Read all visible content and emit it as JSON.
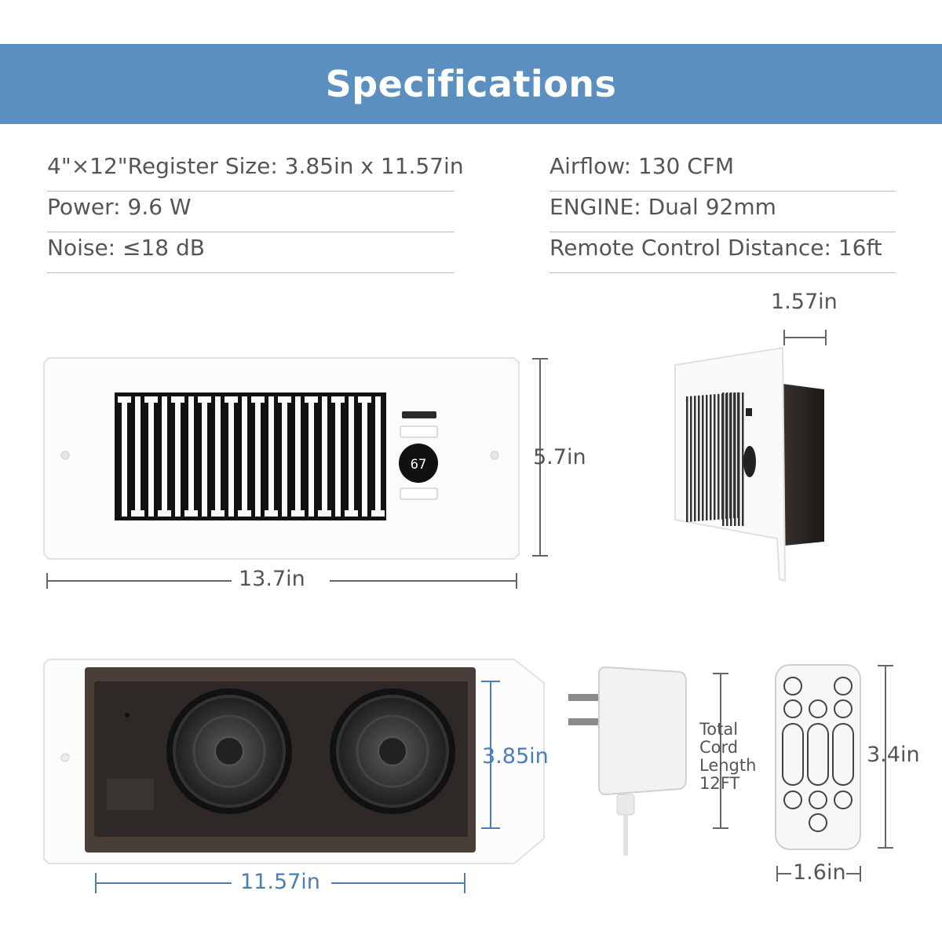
{
  "header": {
    "title": "Specifications"
  },
  "specs": {
    "left": [
      {
        "text": "4\"×12\"Register Size: 3.85in x 11.57in"
      },
      {
        "text": "Power: 9.6 W"
      },
      {
        "text": "Noise: ≤18 dB"
      }
    ],
    "right": [
      {
        "text": "Airflow: 130 CFM"
      },
      {
        "text": "ENGINE: Dual 92mm"
      },
      {
        "text": "Remote Control Distance: 16ft"
      }
    ]
  },
  "dimensions": {
    "front_width": "13.7in",
    "front_height": "5.7in",
    "side_depth": "1.57in",
    "back_height": "3.85in",
    "back_width": "11.57in",
    "remote_height": "3.4in",
    "remote_width": "1.6in"
  },
  "display": {
    "temp": "67"
  },
  "cord": {
    "line1": "Total",
    "line2": "Cord",
    "line3": "Length",
    "line4": "12FT"
  },
  "colors": {
    "banner": "#5a8fbf",
    "accent_blue": "#4a7fb5",
    "text": "#555555"
  }
}
